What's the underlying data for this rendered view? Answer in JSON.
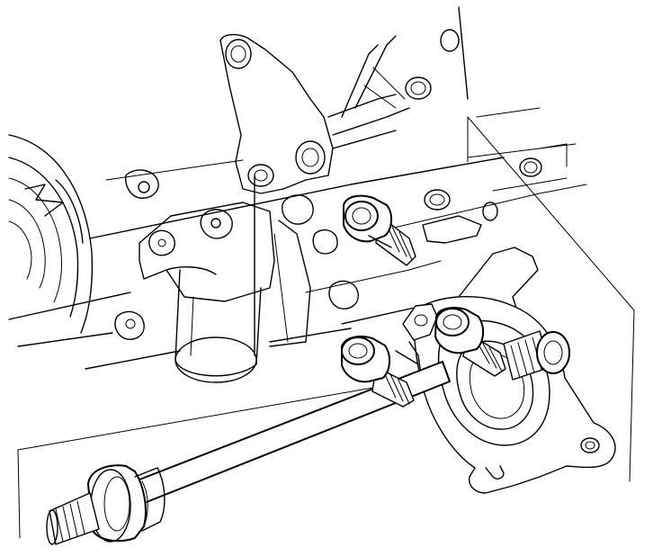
{
  "diagram": {
    "parts": [
      {
        "id": "engine-block",
        "icon": "engine-block-outline"
      },
      {
        "id": "drive-pulley",
        "icon": "pulley-outline"
      },
      {
        "id": "upper-mount-bracket",
        "icon": "bracket-outline"
      },
      {
        "id": "center-bearing-support",
        "icon": "bearing-support-outline"
      },
      {
        "id": "bearing-bolt-upper",
        "icon": "flange-bolt"
      },
      {
        "id": "bearing-bolt-lower-left",
        "icon": "flange-bolt"
      },
      {
        "id": "bearing-bolt-lower-right",
        "icon": "flange-bolt"
      },
      {
        "id": "intermediate-shaft",
        "icon": "splined-shaft"
      }
    ],
    "colors": {
      "line": "#000000",
      "background": "#ffffff"
    }
  }
}
